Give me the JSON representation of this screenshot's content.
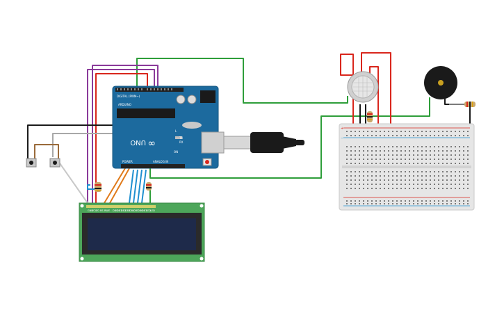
{
  "arduino": {
    "brand": "UNO",
    "logo": "∞",
    "label_digital": "DIGITAL (PWM~)",
    "label_power": "POWER",
    "label_analog": "ANALOG IN",
    "label_tx": "TX",
    "label_rx": "RX",
    "label_l": "L",
    "label_on": "ON",
    "label_arduino": "ARDUINO"
  },
  "usb_cable": {
    "icon": "usb-plug-icon"
  },
  "breadboard": {
    "plus": "+",
    "minus": "−"
  },
  "lcd": {
    "pin_labels": [
      "GND",
      "VCC",
      "V0",
      "RS",
      "RW",
      "E",
      "DB0",
      "DB1",
      "DB2",
      "DB3",
      "DB4",
      "DB5",
      "DB6",
      "DB7",
      "LED",
      "LED"
    ]
  },
  "gas_sensor": {
    "icon": "gas-sensor-icon"
  },
  "buzzer": {
    "icon": "piezo-buzzer-icon"
  },
  "colors": {
    "board": "#1c6a9e",
    "wire_green": "#2e9e3a",
    "wire_red": "#d9261c",
    "wire_purple": "#8a3a9a",
    "wire_black": "#1a1a1a",
    "wire_gray": "#a8a8a8",
    "wire_orange": "#e07a1a",
    "wire_blue": "#1f8fd0",
    "wire_brown": "#9a6a3a",
    "lcd_pcb": "#4da65a",
    "lcd_screen": "#1e2a4a"
  }
}
